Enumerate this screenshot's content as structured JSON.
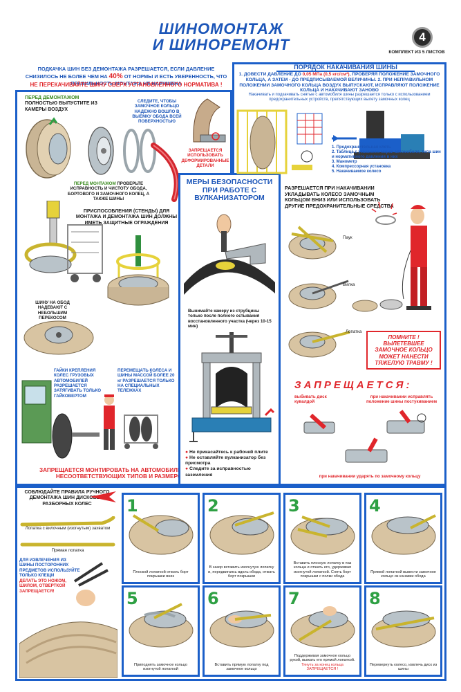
{
  "header": {
    "title_line1": "ШИНОМОНТАЖ",
    "title_line2": "И ШИНОРЕМОНТ",
    "sheet_number": "4",
    "kit_label": "КОМПЛЕКТ ИЗ 5 ЛИСТОВ"
  },
  "intro": {
    "text_part1": "ПОДКАЧКА ШИН БЕЗ ДЕМОНТАЖА РАЗРЕШАЕТСЯ, ЕСЛИ ДАВЛЕНИЕ СНИЗИЛОСЬ НЕ БОЛЕЕ ЧЕМ НА",
    "text_percent": "40%",
    "text_part2": "ОТ НОРМЫ И ЕСТЬ УВЕРЕННОСТЬ, ЧТО ПРАВИЛЬНОСТЬ МОНТАЖА НЕ НАРУШЕНА",
    "warning": "НЕ ПЕРЕКАЧИВАЙТЕ ШИНУ СВЕРХ УСТАНОВЛЕННОГО НОРМАТИВА !"
  },
  "left_panel": {
    "before_dismount_green": "ПЕРЕД ДЕМОНТАЖОМ",
    "before_dismount_text": "ПОЛНОСТЬЮ ВЫПУСТИТЕ ИЗ КАМЕРЫ ВОЗДУХ",
    "ring_note": "СЛЕДИТЕ, ЧТОБЫ ЗАМОЧНОЕ КОЛЬЦО НАДЕЖНО ВОШЛО В ВЫЕМКУ ОБОДА ВСЕЙ ПОВЕРХНОСТЬЮ",
    "deformed_forbidden": "ЗАПРЕЩАЕТСЯ ИСПОЛЬЗОВАТЬ ДЕФОРМИРОВАННЫЕ ДЕТАЛИ",
    "before_mount_green": "ПЕРЕД МОНТАЖОМ",
    "before_mount_text": "ПРОВЕРЬТЕ ИСПРАВНОСТЬ И ЧИСТОТУ ОБОДА, БОРТОВОГО И ЗАМОЧНОГО КОЛЕЦ, А ТАКЖЕ ШИНЫ",
    "stands_note": "ПРИСПОСОБЛЕНИЯ (СТЕНДЫ) ДЛЯ МОНТАЖА И ДЕМОНТАЖА ШИН ДОЛЖНЫ ИМЕТЬ ЗАЩИТНЫЕ ОГРАЖДЕНИЯ",
    "tilt_note": "ШИНУ НА ОБОД НАДЕВАЮТ С НЕБОЛЬШИМ ПЕРЕКОСОМ",
    "nuts_note": "ГАЙКИ КРЕПЛЕНИЯ КОЛЕС ГРУЗОВЫХ АВТОМОБИЛЕЙ РАЗРЕШАЕТСЯ ЗАТЯГИВАТЬ ТОЛЬКО ГАЙКОВЕРТОМ",
    "carts_note": "ПЕРЕМЕЩАТЬ КОЛЕСА И ШИНЫ МАССОЙ БОЛЕЕ 20 кг РАЗРЕШАЕТСЯ ТОЛЬКО НА СПЕЦИАЛЬНЫХ ТЕЛЕЖКАХ",
    "mismatch_forbidden": "ЗАПРЕЩАЕТСЯ МОНТИРОВАТЬ НА АВТОМОБИЛЬ ШИНЫ НЕСООТВЕТСТВУЮЩИХ ТИПОВ И РАЗМЕРОВ"
  },
  "vulcanizer": {
    "title": "МЕРЫ БЕЗОПАСНОСТИ ПРИ РАБОТЕ С ВУЛКАНИЗАТОРОМ",
    "clamp_note": "Вынимайте камеру из струбцины только после полного остывания восстановленного участка (через 10-15 мин)",
    "rules": [
      "Не прикасайтесь к рабочей плите",
      "Не оставляйте вулканизатор без присмотра",
      "Следите за исправностью заземления"
    ]
  },
  "inflation": {
    "title": "ПОРЯДОК НАКАЧИВАНИЯ ШИНЫ",
    "step1_a": "1. ДОВЕСТИ ДАВЛЕНИЕ ДО",
    "step1_value": "0,05 МПа (0,5 кгс/см²)",
    "step1_b": ", ПРОВЕРЯЯ ПОЛОЖЕНИЕ ЗАМОЧНОГО КОЛЬЦА, А ЗАТЕМ - ДО ПРЕДПИСЫВАЕМОЙ ВЕЛИЧИНЫ.",
    "step2": "2. ПРИ НЕПРАВИЛЬНОМ ПОЛОЖЕНИИ ЗАМОЧНОГО КОЛЬЦА ВОЗДУХ ВЫПУСКАЮТ, ИСПРАВЛЯЮТ ПОЛОЖЕНИЕ КОЛЬЦА И НАКАЧИВАЮТ ЗАНОВО",
    "cage_note": "Накачивать и подкачивать снятые с автомобиля шины разрешается только с использованием предохранительных устройств, препятствующих вылету замочных колец",
    "legend": [
      "1. Предохранительная клеть",
      "2. Таблица с указанием марки автомобиля, типа шин и нормативного давления в них",
      "3. Манометр",
      "4. Компрессорная установка",
      "5. Накачиваемое колесо"
    ],
    "lay_down_note": "РАЗРЕШАЕТСЯ ПРИ НАКАЧИВАНИИ УКЛАДЫВАТЬ КОЛЕСО ЗАМОЧНЫМ КОЛЬЦОМ ВНИЗ ИЛИ ИСПОЛЬЗОВАТЬ ДРУГИЕ ПРЕДОХРАНИТЕЛЬНЫЕ СРЕДСТВА",
    "tools": [
      "Паук",
      "Вилка",
      "Лопатка"
    ],
    "remember": "ПОМНИТЕ ! ВЫЛЕТЕВШЕЕ ЗАМОЧНОЕ КОЛЬЦО МОЖЕТ НАНЕСТИ ТЯЖЕЛУЮ ТРАВМУ !",
    "forbidden_title": "ЗАПРЕЩАЕТСЯ:",
    "forbidden_1": "выбивать диск кувалдой",
    "forbidden_2": "при накачивании исправлять положение шины постукиванием",
    "forbidden_3": "при накачивании ударять по замочному кольцу"
  },
  "manual_dismount": {
    "title": "СОБЛЮДАЙТЕ ПРАВИЛА РУЧНОГО ДЕМОНТАЖА ШИН ДИСКОВЫХ РАЗБОРНЫХ КОЛЕС",
    "tool1": "Лопатка с вилочным (изогнутым) захватом",
    "tool2": "Прямая лопатка",
    "foreign_objects": "ДЛЯ ИЗВЛЕЧЕНИЯ ИЗ ШИНЫ ПОСТОРОННИХ ПРЕДМЕТОВ ИСПОЛЬЗУЙТЕ ТОЛЬКО КЛЕЩИ",
    "knife_forbidden": "ДЕЛАТЬ ЭТО НОЖОМ, ШИЛОМ, ОТВЕРТКОЙ ЗАПРЕЩАЕТСЯ!",
    "steps": [
      {
        "n": "1",
        "text": "Плоской лопаткой отжать борт покрышки вниз",
        "warn": ""
      },
      {
        "n": "2",
        "text": "В зазор вставить изогнутую лопатку и, передвигаясь вдоль обода, отжать борт покрышки",
        "warn": ""
      },
      {
        "n": "3",
        "text": "Вставить плоскую лопатку в паз кольца и отжать его, удерживая изогнутой лопаткой. Снять борт покрышки с полки обода",
        "warn": ""
      },
      {
        "n": "4",
        "text": "Прямой лопаткой вывести замочное кольцо из канавки обода",
        "warn": ""
      },
      {
        "n": "5",
        "text": "Приподнять замочное кольцо изогнутой лопаткой",
        "warn": ""
      },
      {
        "n": "6",
        "text": "Вставить прямую лопатку под замочное кольцо",
        "warn": ""
      },
      {
        "n": "7",
        "text": "Поддерживая замочное кольцо рукой, выжать его прямой лопаткой.",
        "warn": "Тянуть за конец кольца ЗАПРЕЩАЕТСЯ !"
      },
      {
        "n": "8",
        "text": "Перевернуть колесо, извлечь диск из шины",
        "warn": ""
      }
    ]
  },
  "colors": {
    "frame_blue": "#1b5fc9",
    "title_blue": "#1b55b8",
    "warning_red": "#e0262b",
    "step_green": "#2ea043",
    "tire_beige": "#d8c4a2"
  }
}
